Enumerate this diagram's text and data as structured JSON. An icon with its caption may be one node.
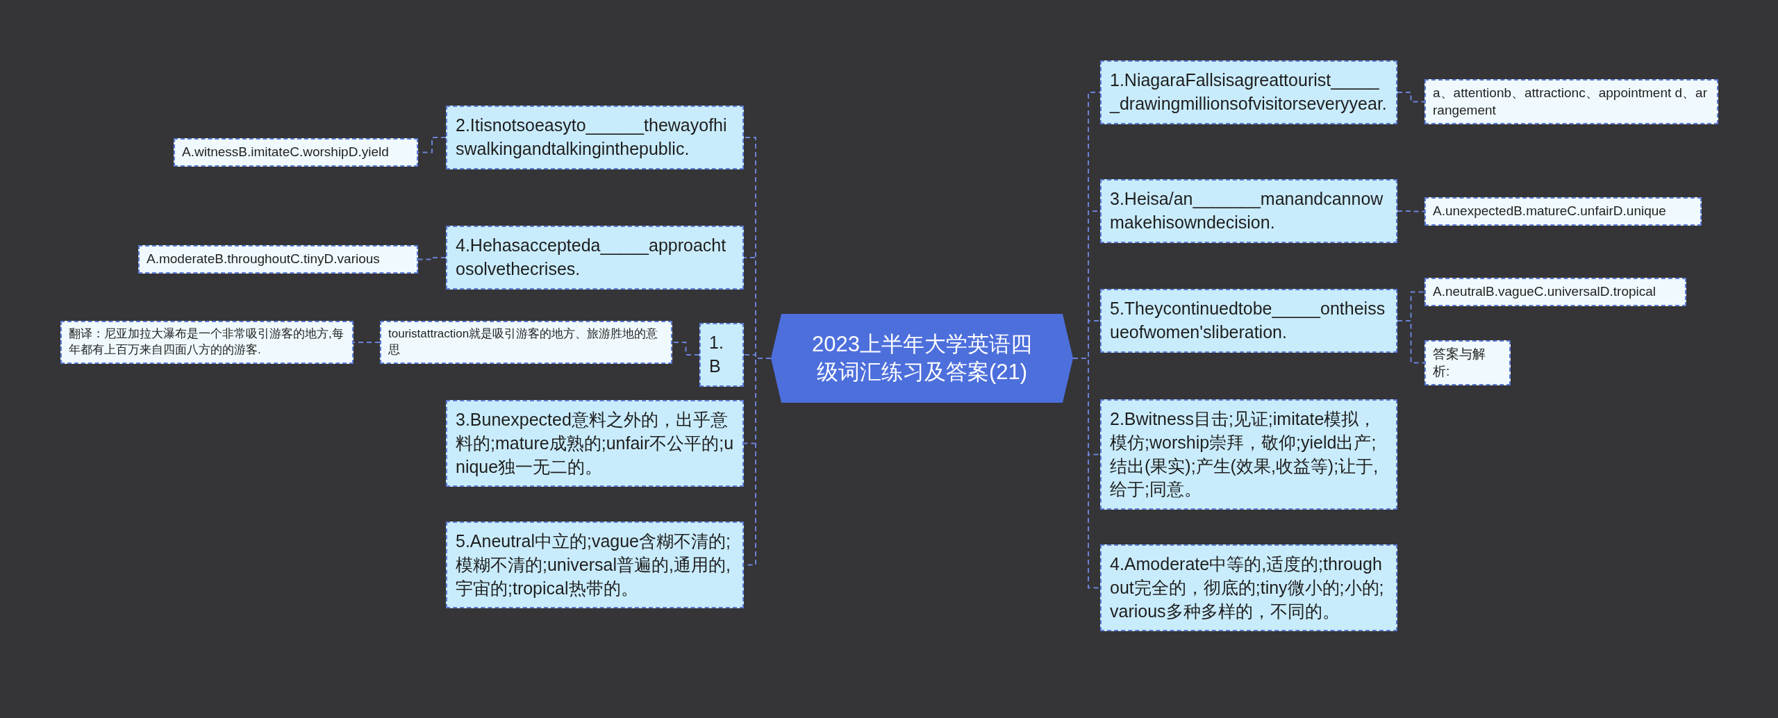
{
  "diagram": {
    "title": "2023上半年大学英语四级词汇练习及答案(21)",
    "nodes": [
      {
        "text": [],
        "shape": "hexagon"
      },
      {
        "text": [
          "2.Itisnotsoeasyto______thewayofhiswalkingandtalkinginthepublic."
        ]
      },
      {
        "text": [
          "A.witnessB.imitateC.worshipD.yield"
        ]
      },
      {
        "text": [
          "4.Hehasaccepteda_____approachtosolvethecrises."
        ]
      },
      {
        "text": [
          "A.moderateB.throughoutC.tinyD.various"
        ]
      },
      {
        "text": [
          "1.B"
        ]
      },
      {
        "text": [
          "touristattraction就是吸引游客的地方、旅游胜地的意思"
        ]
      },
      {
        "text": [
          "翻译：尼亚加拉大瀑布是一个非常吸引游客的地方,每年都有上百万来自四面八方的的游客."
        ]
      },
      {
        "text": [
          "3.Bunexpected意料之外的，出乎意料的;mature成熟的;unfair不公平的;unique独一无二的。"
        ]
      },
      {
        "text": [
          "5.Aneutral中立的;vague含糊不清的;模糊不清的;universal普遍的,通用的,宇宙的;tropical热带的。"
        ]
      },
      {
        "text": [
          "1.NiagaraFallsisagreattourist______drawingmillionsofvisitorseveryyear."
        ]
      },
      {
        "text": [
          "a、attentionb、attractionc、appointment d、arrangement"
        ]
      },
      {
        "text": [
          "3.Heisa/an_______manandcannowmakehisowndecision."
        ]
      },
      {
        "text": [
          "A.unexpectedB.matureC.unfairD.unique"
        ]
      },
      {
        "text": [
          "5.Theycontinuedtobe_____ontheissueofwomen'sliberation."
        ]
      },
      {
        "text": [
          "A.neutralB.vagueC.universalD.tropical"
        ]
      },
      {
        "text": [
          "答案与解析:"
        ]
      },
      {
        "text": [
          "2.Bwitness目击;见证;imitate模拟，模仿;worship崇拜，敬仰;yield出产;结出(果实);产生(效果,收益等);让于,给于;同意。"
        ]
      },
      {
        "text": [
          "4.Amoderate中等的,适度的;throughout完全的，彻底的;tiny微小的;小的;various多种多样的，不同的。"
        ]
      }
    ],
    "edges": [
      {
        "from": 0,
        "to": 1,
        "arrow": "none",
        "style": "dashed"
      },
      {
        "from": 1,
        "to": 2,
        "arrow": "none",
        "style": "dashed"
      },
      {
        "from": 0,
        "to": 3,
        "arrow": "none",
        "style": "dashed"
      },
      {
        "from": 3,
        "to": 4,
        "arrow": "none",
        "style": "dashed"
      },
      {
        "from": 0,
        "to": 5,
        "arrow": "none",
        "style": "dashed"
      },
      {
        "from": 5,
        "to": 6,
        "arrow": "none",
        "style": "dashed"
      },
      {
        "from": 6,
        "to": 7,
        "arrow": "none",
        "style": "dashed"
      },
      {
        "from": 0,
        "to": 8,
        "arrow": "none",
        "style": "dashed"
      },
      {
        "from": 0,
        "to": 9,
        "arrow": "none",
        "style": "dashed"
      },
      {
        "from": 0,
        "to": 10,
        "arrow": "none",
        "style": "dashed"
      },
      {
        "from": 10,
        "to": 11,
        "arrow": "none",
        "style": "dashed"
      },
      {
        "from": 0,
        "to": 12,
        "arrow": "none",
        "style": "dashed"
      },
      {
        "from": 12,
        "to": 13,
        "arrow": "none",
        "style": "dashed"
      },
      {
        "from": 0,
        "to": 14,
        "arrow": "none",
        "style": "dashed"
      },
      {
        "from": 14,
        "to": 15,
        "arrow": "none",
        "style": "dashed"
      },
      {
        "from": 14,
        "to": 16,
        "arrow": "none",
        "style": "dashed"
      },
      {
        "from": 0,
        "to": 17,
        "arrow": "none",
        "style": "dashed"
      },
      {
        "from": 0,
        "to": 18,
        "arrow": "none",
        "style": "dashed"
      }
    ]
  }
}
